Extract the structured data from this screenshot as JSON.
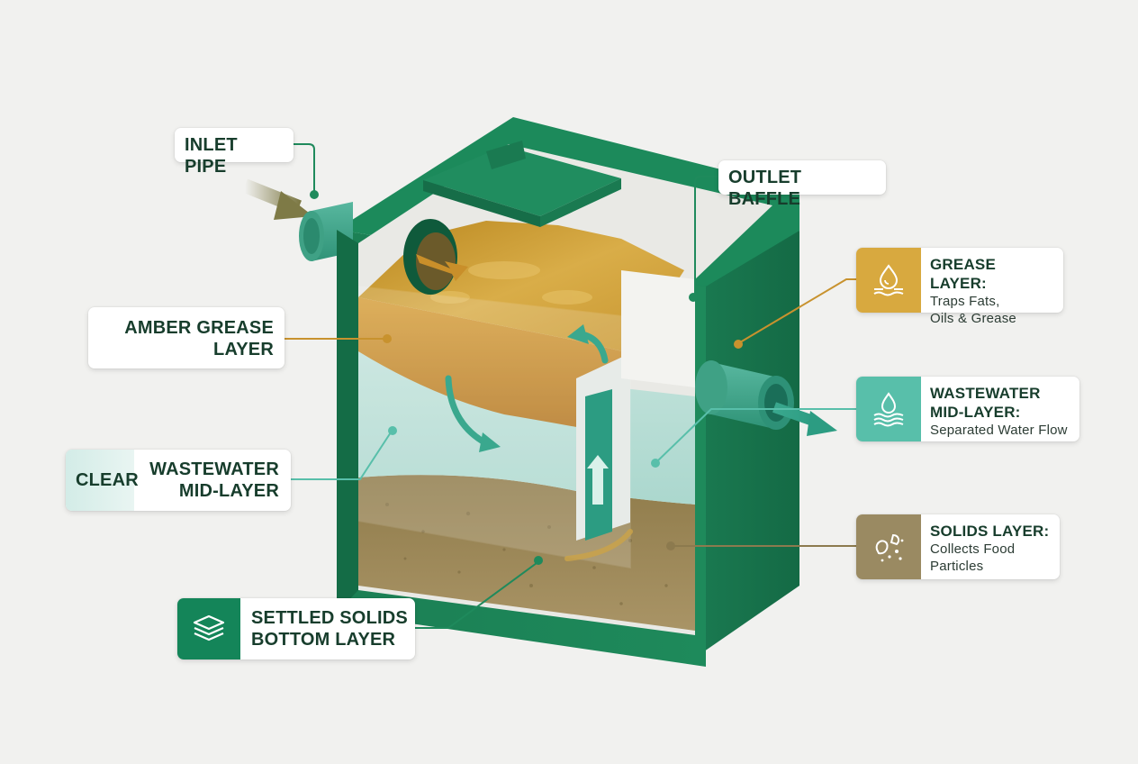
{
  "labels": {
    "inlet": "INLET PIPE",
    "outlet": "OUTLET BAFFLE",
    "amber_line1": "AMBER GREASE",
    "amber_line2": "LAYER",
    "clear_word": "CLEAR",
    "clear_line1": "WASTEWATER",
    "clear_line2": "MID-LAYER",
    "settled_line1": "SETTLED SOLIDS",
    "settled_line2": "BOTTOM LAYER"
  },
  "cards": {
    "grease": {
      "title": "GREASE LAYER:",
      "sub1": "Traps Fats,",
      "sub2": "Oils & Grease",
      "icon": "grease-drop-icon"
    },
    "water": {
      "title1": "WASTEWATER",
      "title2": "MID-LAYER:",
      "sub": "Separated Water Flow",
      "icon": "water-drop-waves-icon"
    },
    "solids": {
      "title": "SOLIDS LAYER:",
      "sub1": "Collects Food",
      "sub2": "Particles",
      "icon": "food-particles-icon"
    }
  },
  "colors": {
    "tank_green": "#1f8a5c",
    "grease_amber": "#c8922e",
    "water_teal": "#58bfaa",
    "solids_brown": "#8c7a4e",
    "callout_line": "#1f8a5c"
  }
}
